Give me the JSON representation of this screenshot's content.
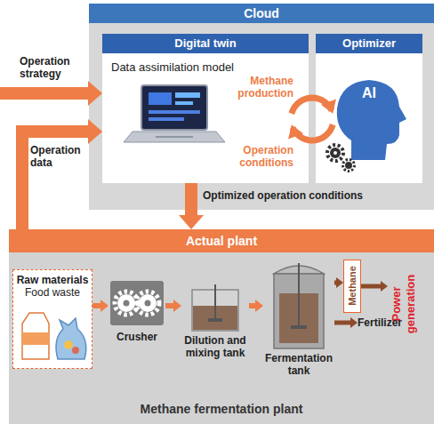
{
  "diagram": {
    "nodes": [
      {
        "text": [
          "Cloud"
        ]
      },
      {
        "text": [
          "Digital twin",
          "Data assimilation model"
        ],
        "in": 0
      },
      {
        "text": [
          "Optimizer"
        ],
        "in": 0
      },
      {
        "text": [
          "Actual plant",
          "Methane fermentation plant"
        ]
      },
      {
        "text": [
          "Raw materials",
          "Food waste"
        ],
        "in": 3
      },
      {
        "text": [
          "Crusher"
        ],
        "in": 3
      },
      {
        "text": [
          "Dilution and mixing tank"
        ],
        "in": 3
      },
      {
        "text": [
          "Fermentation tank"
        ],
        "in": 3
      },
      {
        "text": [
          "Methane"
        ],
        "in": 3
      },
      {
        "text": [
          "Power generation"
        ],
        "in": 3
      },
      {
        "text": [
          "Fertilizer"
        ],
        "in": 3
      }
    ],
    "edges": [
      {
        "from": 1,
        "to": 2,
        "label": "Methane production",
        "arrow": "to"
      },
      {
        "from": 2,
        "to": 1,
        "label": "Operation conditions",
        "arrow": "to"
      },
      {
        "from": 1,
        "to": 3,
        "label": "Optimized operation conditions",
        "arrow": "to"
      },
      {
        "from": 3,
        "to": 1,
        "label": "Operation data",
        "arrow": "to"
      },
      {
        "from": 4,
        "to": 5,
        "arrow": "to"
      },
      {
        "from": 5,
        "to": 6,
        "arrow": "to"
      },
      {
        "from": 6,
        "to": 7,
        "arrow": "to"
      },
      {
        "from": 7,
        "to": 8,
        "arrow": "to"
      },
      {
        "from": 8,
        "to": 9,
        "arrow": "to"
      },
      {
        "from": 7,
        "to": 10,
        "arrow": "to"
      }
    ],
    "labels": [
      "Operation strategy",
      "AI"
    ]
  }
}
